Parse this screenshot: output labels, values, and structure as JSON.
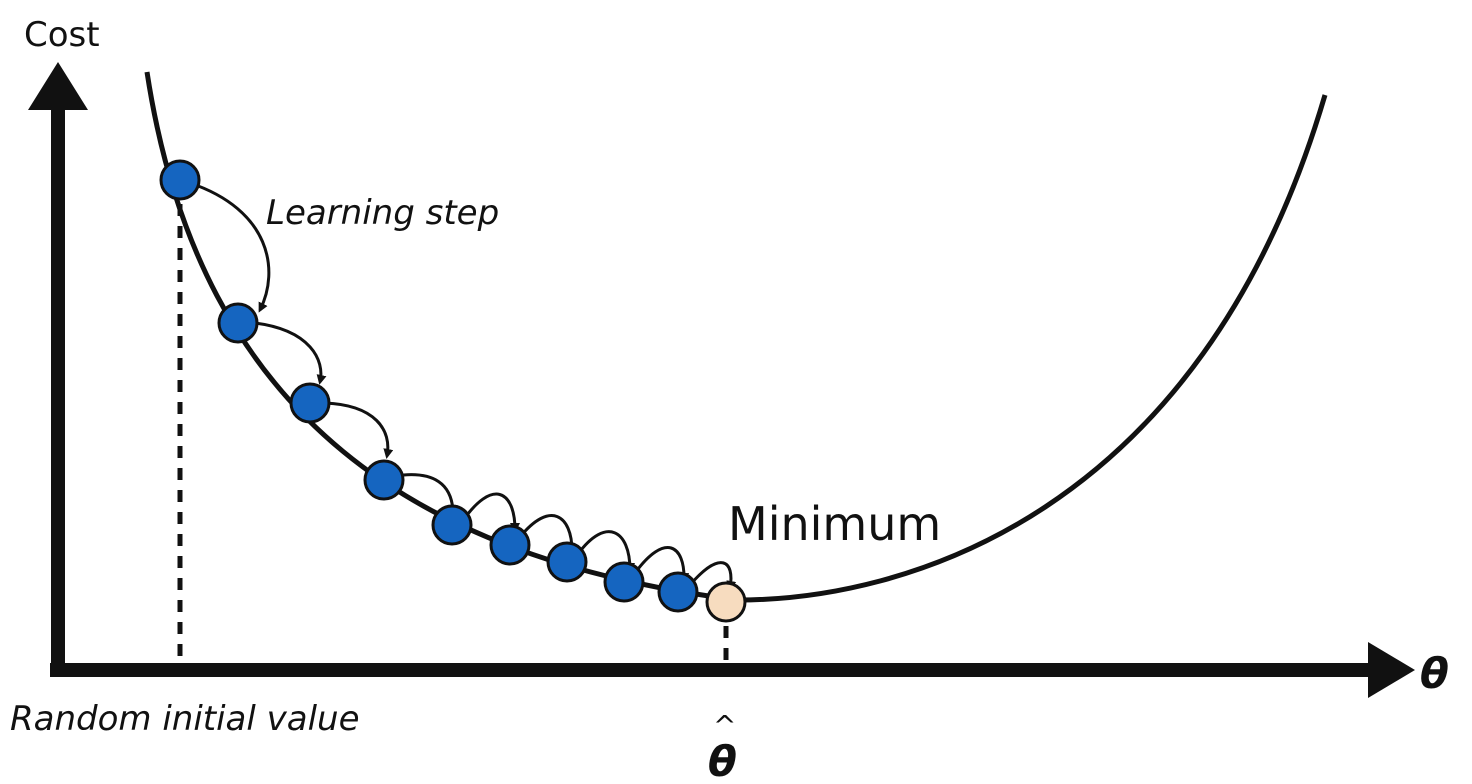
{
  "diagram": {
    "y_axis_label": "Cost",
    "x_axis_label": "θ",
    "learning_step_label": "Learning step",
    "minimum_label": "Minimum",
    "random_initial_label": "Random initial value",
    "theta_hat_label": "θ",
    "theta_hat_accent": "^"
  },
  "colors": {
    "step_point": "#1565c0",
    "minimum_point": "#f7dcbf",
    "ink": "#111111"
  },
  "steps_shown": 9
}
